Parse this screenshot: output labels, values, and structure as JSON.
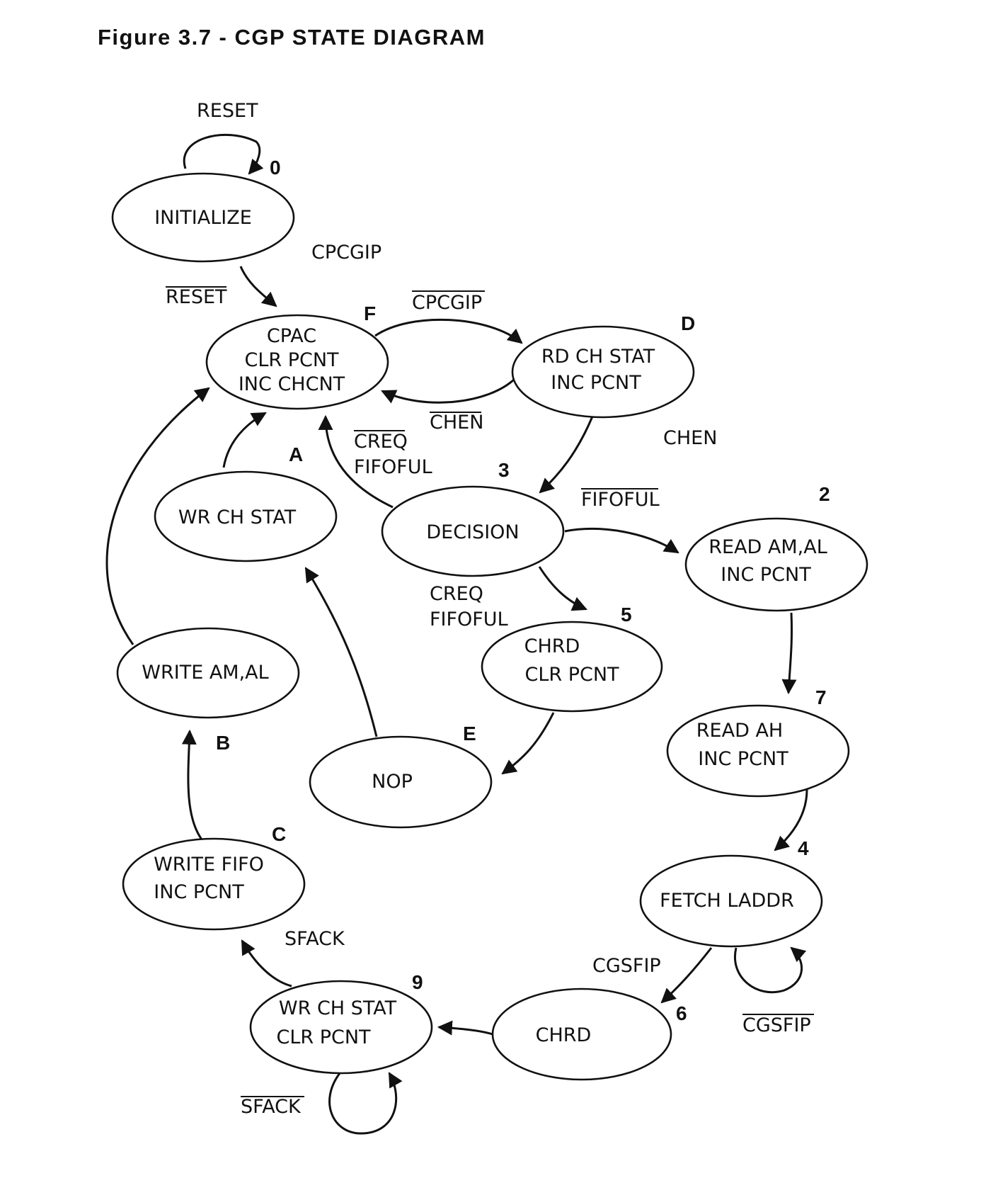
{
  "title": "Figure 3.7 - CGP STATE DIAGRAM",
  "states": {
    "s0": {
      "id": "0",
      "lines": [
        "INITIALIZE"
      ]
    },
    "sF": {
      "id": "F",
      "lines": [
        "CPAC",
        "CLR PCNT",
        "INC CHCNT"
      ]
    },
    "sD": {
      "id": "D",
      "lines": [
        "RD CH STAT",
        "INC PCNT"
      ]
    },
    "sA": {
      "id": "A",
      "lines": [
        "WR CH STAT"
      ]
    },
    "s3": {
      "id": "3",
      "lines": [
        "DECISION"
      ]
    },
    "s2": {
      "id": "2",
      "lines": [
        "READ AM,AL",
        "INC PCNT"
      ]
    },
    "s5": {
      "id": "5",
      "lines": [
        "CHRD",
        "CLR PCNT"
      ]
    },
    "sB": {
      "id": "B",
      "lines": [
        "WRITE AM,AL"
      ]
    },
    "sE": {
      "id": "E",
      "lines": [
        "NOP"
      ]
    },
    "s7": {
      "id": "7",
      "lines": [
        "READ AH",
        "INC PCNT"
      ]
    },
    "sC": {
      "id": "C",
      "lines": [
        "WRITE FIFO",
        "INC PCNT"
      ]
    },
    "s4": {
      "id": "4",
      "lines": [
        "FETCH LADDR"
      ]
    },
    "s9": {
      "id": "9",
      "lines": [
        "WR CH STAT",
        "CLR PCNT"
      ]
    },
    "s6": {
      "id": "6",
      "lines": [
        "CHRD"
      ]
    }
  },
  "labels": {
    "reset": "RESET",
    "reset_bar": "RESET",
    "cpcgip": "CPCGIP",
    "cpcgip_bar": "CPCGIP",
    "chen_bar": "CHEN",
    "chen": "CHEN",
    "creq_bar": "CREQ",
    "fifoful_1": "FIFOFUL",
    "fifoful_bar": "FIFOFUL",
    "creq": "CREQ",
    "fifoful_2": "FIFOFUL",
    "sfack": "SFACK",
    "sfack_bar": "SFACK",
    "cgsfip": "CGSFIP",
    "cgsfip_bar": "CGSFIP"
  }
}
